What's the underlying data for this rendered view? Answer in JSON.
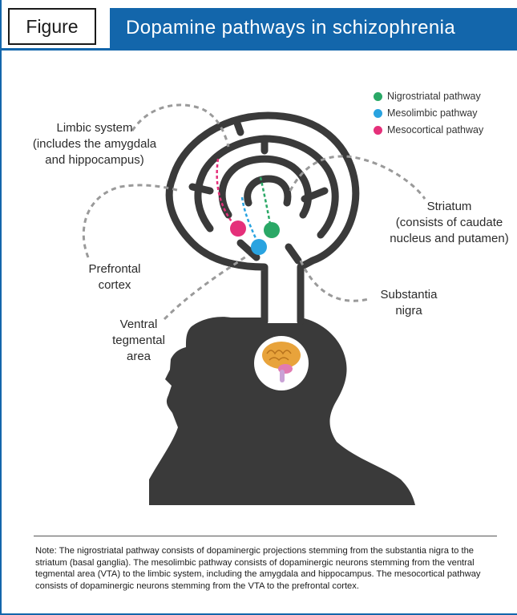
{
  "header": {
    "label": "Figure",
    "title": "Dopamine pathways in schizophrenia"
  },
  "colors": {
    "brand_blue": "#1366ab",
    "nigrostriatal": "#2aa866",
    "mesolimbic": "#29a3e0",
    "mesocortical": "#e5307a",
    "silhouette": "#3a3a3a"
  },
  "legend": {
    "items": [
      {
        "label": "Nigrostriatal pathway",
        "color": "#2aa866"
      },
      {
        "label": "Mesolimbic pathway",
        "color": "#29a3e0"
      },
      {
        "label": "Mesocortical pathway",
        "color": "#e5307a"
      }
    ]
  },
  "labels": {
    "limbic": [
      "Limbic system",
      "(includes the amygdala",
      "and hippocampus)"
    ],
    "striatum": [
      "Striatum",
      "(consists of caudate",
      "nucleus and putamen)"
    ],
    "prefrontal": [
      "Prefrontal",
      "cortex"
    ],
    "substantia": [
      "Substantia",
      "nigra"
    ],
    "vta": [
      "Ventral",
      "tegmental",
      "area"
    ]
  },
  "note": "Note: The nigrostriatal pathway consists of dopaminergic projections stemming from the substantia nigra to the striatum (basal ganglia). The mesolimbic pathway consists of dopaminergic neurons stemming from the ventral tegmental area (VTA) to the limbic system, including the amygdala and hippocampus. The mesocortical pathway consists of dopaminergic neurons stemming from the VTA to the prefrontal cortex."
}
